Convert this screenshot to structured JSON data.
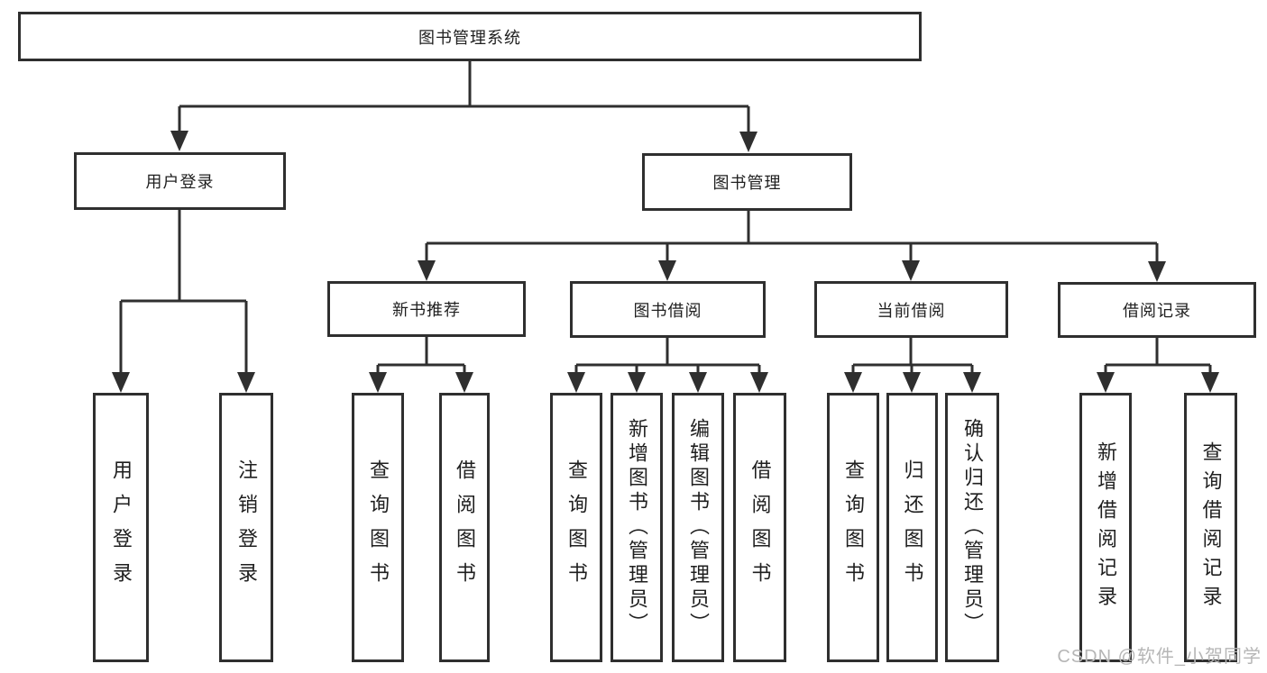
{
  "diagram": {
    "root": {
      "label": "图书管理系统"
    },
    "branches": [
      {
        "label": "用户登录",
        "children": [
          "用户登录",
          "注销登录"
        ]
      },
      {
        "label": "图书管理",
        "children": [
          {
            "label": "新书推荐",
            "children": [
              "查询图书",
              "借阅图书"
            ]
          },
          {
            "label": "图书借阅",
            "children": [
              "查询图书",
              "新增图书（管理员）",
              "编辑图书（管理员）",
              "借阅图书"
            ]
          },
          {
            "label": "当前借阅",
            "children": [
              "查询图书",
              "归还图书",
              "确认归还（管理员）"
            ]
          },
          {
            "label": "借阅记录",
            "children": [
              "新增借阅记录",
              "查询借阅记录"
            ]
          }
        ]
      }
    ]
  },
  "watermark": {
    "text": "CSDN @软件_小贺同学"
  },
  "colors": {
    "line": "#2f2f2f",
    "border": "#2f2f2f",
    "text": "#1f1f1f",
    "watermark": "#b6b6b6",
    "background": "#ffffff"
  }
}
